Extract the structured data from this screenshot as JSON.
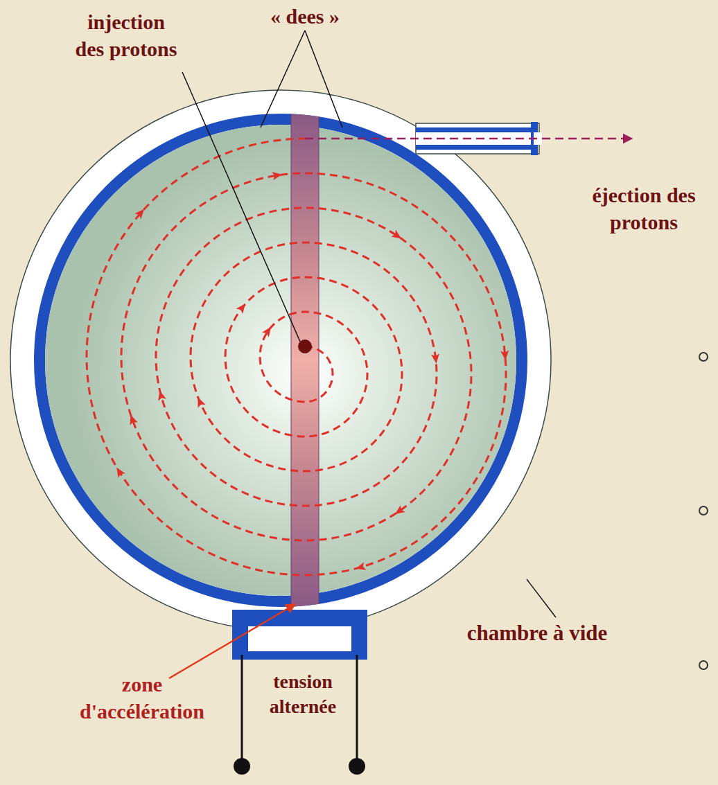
{
  "diagram": {
    "labels": [
      "« dees »",
      "injection des protons",
      "éjection des protons",
      "chambre à vide",
      "zone d'accélération",
      "tension alternée"
    ]
  }
}
